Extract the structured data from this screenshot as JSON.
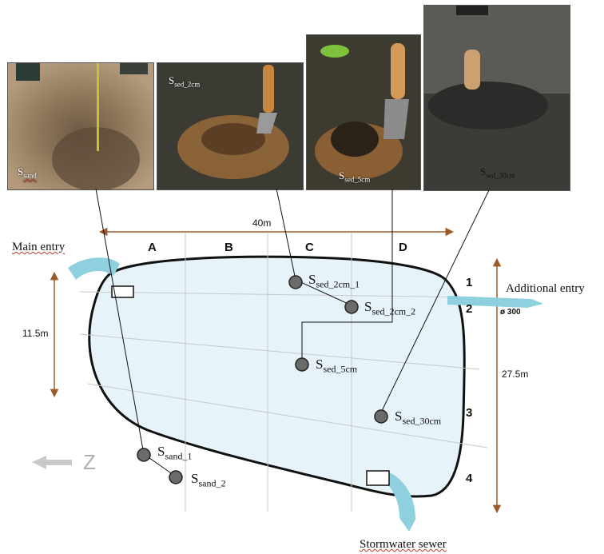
{
  "photos": [
    {
      "label_main": "S",
      "label_sub": "sand"
    },
    {
      "label_main": "S",
      "label_sub": "sed_2cm"
    },
    {
      "label_main": "S",
      "label_sub": "sed_5cm"
    },
    {
      "label_main": "S",
      "label_sub": "sed_30cm"
    }
  ],
  "dimensions": {
    "width": "40m",
    "left_height": "11.5m",
    "right_height": "27.5m",
    "pipe": "ø 300"
  },
  "columns": [
    "A",
    "B",
    "C",
    "D"
  ],
  "rows": [
    "1",
    "2",
    "3",
    "4"
  ],
  "entries": {
    "main": "Main entry",
    "additional": "Additional entry",
    "sewer": "Stormwater sewer"
  },
  "north_symbol": "Z",
  "samples": [
    {
      "main": "S",
      "sub": "sed_2cm_1"
    },
    {
      "main": "S",
      "sub": "sed_2cm_2"
    },
    {
      "main": "S",
      "sub": "sed_5cm"
    },
    {
      "main": "S",
      "sub": "sed_30cm"
    },
    {
      "main": "S",
      "sub": "sand_1"
    },
    {
      "main": "S",
      "sub": "sand_2"
    }
  ],
  "colors": {
    "pond_fill": "#e6f3f8",
    "pond_stroke": "#111111",
    "arrow_blue": "#8fd0de",
    "dim_arrow": "#9b5a2a",
    "grid": "#c8c8c8",
    "marker": "#6b6b6b"
  }
}
